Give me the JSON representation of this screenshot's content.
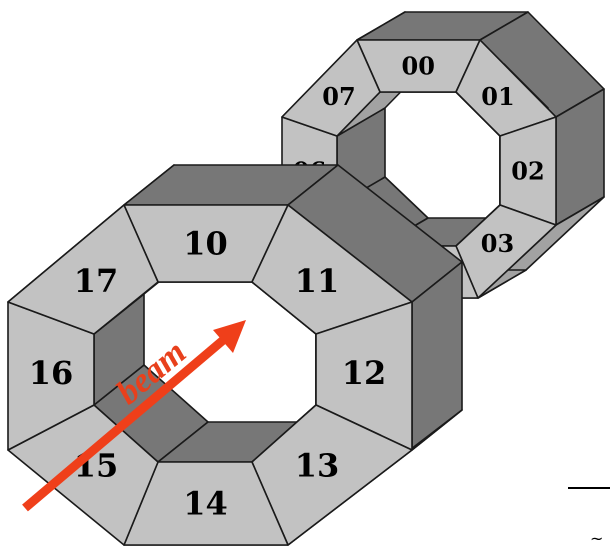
{
  "colors": {
    "face_light": "#c2c2c2",
    "face_dark": "#777777",
    "face_mid": "#a2a2a2",
    "outline": "#1a1a1a",
    "beam": "#ef3f1a",
    "background": "#ffffff"
  },
  "back_ring": {
    "segments": [
      {
        "id": "00",
        "label": "00"
      },
      {
        "id": "01",
        "label": "01"
      },
      {
        "id": "02",
        "label": "02"
      },
      {
        "id": "03",
        "label": "03"
      },
      {
        "id": "04",
        "label": ""
      },
      {
        "id": "05",
        "label": ""
      },
      {
        "id": "06",
        "label": "06"
      },
      {
        "id": "07",
        "label": "07"
      }
    ]
  },
  "front_ring": {
    "segments": [
      {
        "id": "10",
        "label": "10"
      },
      {
        "id": "11",
        "label": "11"
      },
      {
        "id": "12",
        "label": "12"
      },
      {
        "id": "13",
        "label": "13"
      },
      {
        "id": "14",
        "label": "14"
      },
      {
        "id": "15",
        "label": "15"
      },
      {
        "id": "16",
        "label": "16"
      },
      {
        "id": "17",
        "label": "17"
      }
    ]
  },
  "beam": {
    "label": "beam"
  }
}
